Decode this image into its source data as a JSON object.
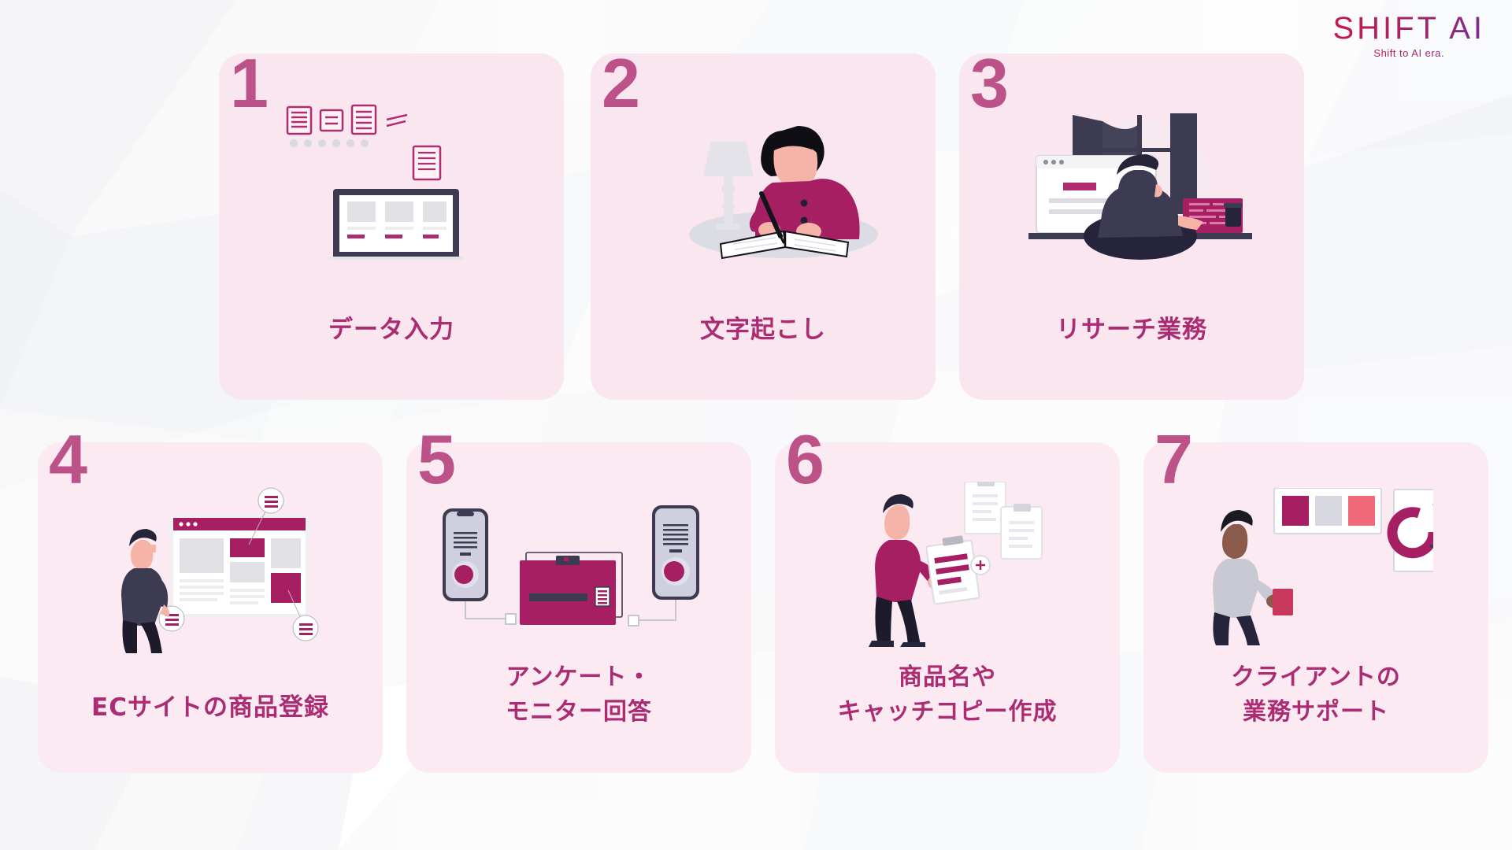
{
  "brand": {
    "logo_text": "SHIFT AI",
    "tagline": "Shift to AI era.",
    "accent": "#a62364",
    "number_color": "#bd5289",
    "card_bg": "#f9e6ef",
    "label_color": "#ab2c72"
  },
  "cards": [
    {
      "number": "1",
      "label_line1": "データ入力",
      "label_line2": "",
      "icon": "desktop-monitor-documents-icon"
    },
    {
      "number": "2",
      "label_line1": "文字起こし",
      "label_line2": "",
      "icon": "person-writing-notebook-icon"
    },
    {
      "number": "3",
      "label_line1": "リサーチ業務",
      "label_line2": "",
      "icon": "person-at-desk-browser-icon"
    },
    {
      "number": "4",
      "label_line1": "ECサイトの商品登録",
      "label_line2": "",
      "icon": "person-webpage-products-icon"
    },
    {
      "number": "5",
      "label_line1": "アンケート・",
      "label_line2": "モニター回答",
      "icon": "phones-survey-card-icon"
    },
    {
      "number": "6",
      "label_line1": "商品名や",
      "label_line2": "キャッチコピー作成",
      "icon": "person-clipboard-documents-icon"
    },
    {
      "number": "7",
      "label_line1": "クライアントの",
      "label_line2": "業務サポート",
      "icon": "person-palette-chart-icon"
    }
  ]
}
